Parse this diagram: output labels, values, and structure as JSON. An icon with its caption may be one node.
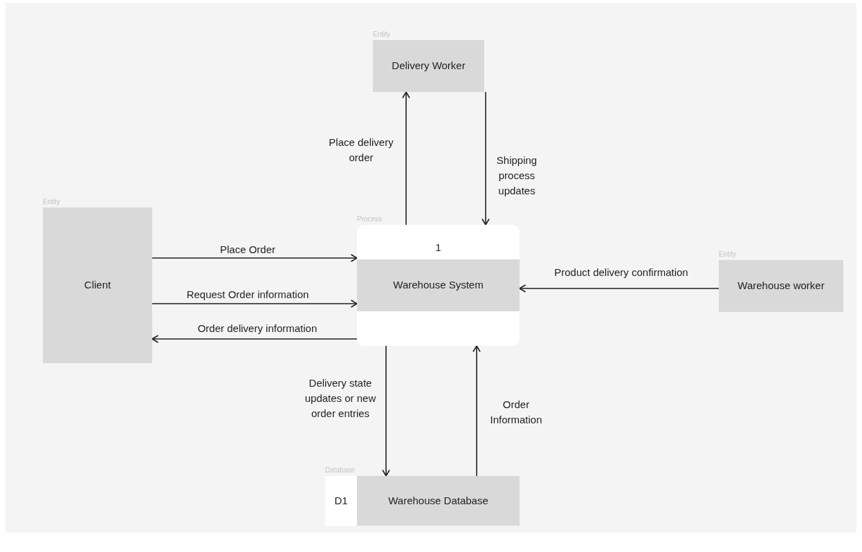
{
  "diagram": {
    "nodes": [
      {
        "text": [
          "Delivery Worker"
        ],
        "beside": [
          "Entity"
        ]
      },
      {
        "text": [
          "Client"
        ],
        "beside": [
          "Entity"
        ]
      },
      {
        "text": [
          "1",
          "Warehouse System"
        ],
        "beside": [
          "Process"
        ]
      },
      {
        "text": [
          "Warehouse worker"
        ],
        "beside": [
          "Entity"
        ]
      },
      {
        "text": [
          "D1",
          "Warehouse Database"
        ],
        "beside": [
          "Database"
        ]
      }
    ],
    "edges": [
      {
        "from": 2,
        "to": 0,
        "arrow": "to",
        "label": "Place delivery order"
      },
      {
        "from": 0,
        "to": 2,
        "arrow": "to",
        "label": "Shipping process updates"
      },
      {
        "from": 1,
        "to": 2,
        "arrow": "to",
        "label": "Place Order"
      },
      {
        "from": 1,
        "to": 2,
        "arrow": "to",
        "label": "Request Order information"
      },
      {
        "from": 2,
        "to": 1,
        "arrow": "to",
        "label": "Order delivery information"
      },
      {
        "from": 3,
        "to": 2,
        "arrow": "to",
        "label": "Product delivery confirmation"
      },
      {
        "from": 2,
        "to": 4,
        "arrow": "to",
        "label": "Delivery state updates or new order entries"
      },
      {
        "from": 4,
        "to": 2,
        "arrow": "to",
        "label": "Order Information"
      }
    ]
  }
}
